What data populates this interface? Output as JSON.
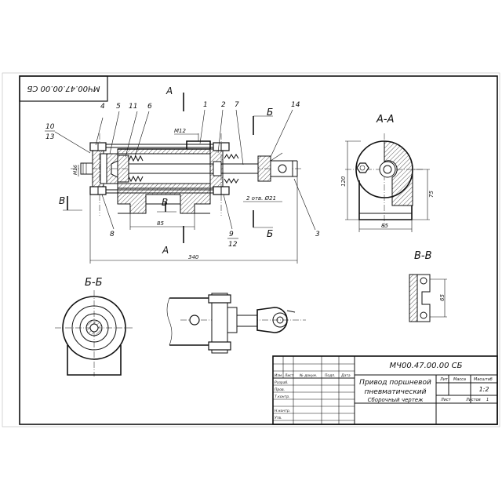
{
  "drawing_code": "МЧ00.47.00.00 СБ",
  "drawing_code_rotated": "МЧ00.47.00.00 СБ",
  "title_line1": "Привод поршневой",
  "title_line2": "пневматический",
  "doc_type": "Сборочный чертеж",
  "scale": "1:2",
  "sheet_label": "Лист",
  "sheets_label": "Листов",
  "sheets_count": "1",
  "sheet_col_labels": [
    "Лит.",
    "Масса",
    "Масштаб"
  ],
  "revision_headers": [
    "Изм",
    "Лист",
    "№ докум.",
    "Подп.",
    "Дата"
  ],
  "role_labels": [
    "Разраб.",
    "Пров.",
    "Т.контр.",
    "Н.контр.",
    "Утв."
  ],
  "section_labels": {
    "aa": "А-А",
    "bb": "Б-Б",
    "vv": "В-В",
    "a_cut": "А",
    "b_cut": "Б",
    "v_cut": "В"
  },
  "part_numbers": [
    "1",
    "2",
    "3",
    "4",
    "5",
    "6",
    "7",
    "8",
    "9",
    "10",
    "11",
    "12",
    "13",
    "14"
  ],
  "dimensions": {
    "thread": "М12",
    "thread_left": "М16",
    "holes": "2 отв. Ø21",
    "d85": "85",
    "d340": "340",
    "d120": "120",
    "d75": "75",
    "d85b": "85",
    "d65": "65"
  }
}
